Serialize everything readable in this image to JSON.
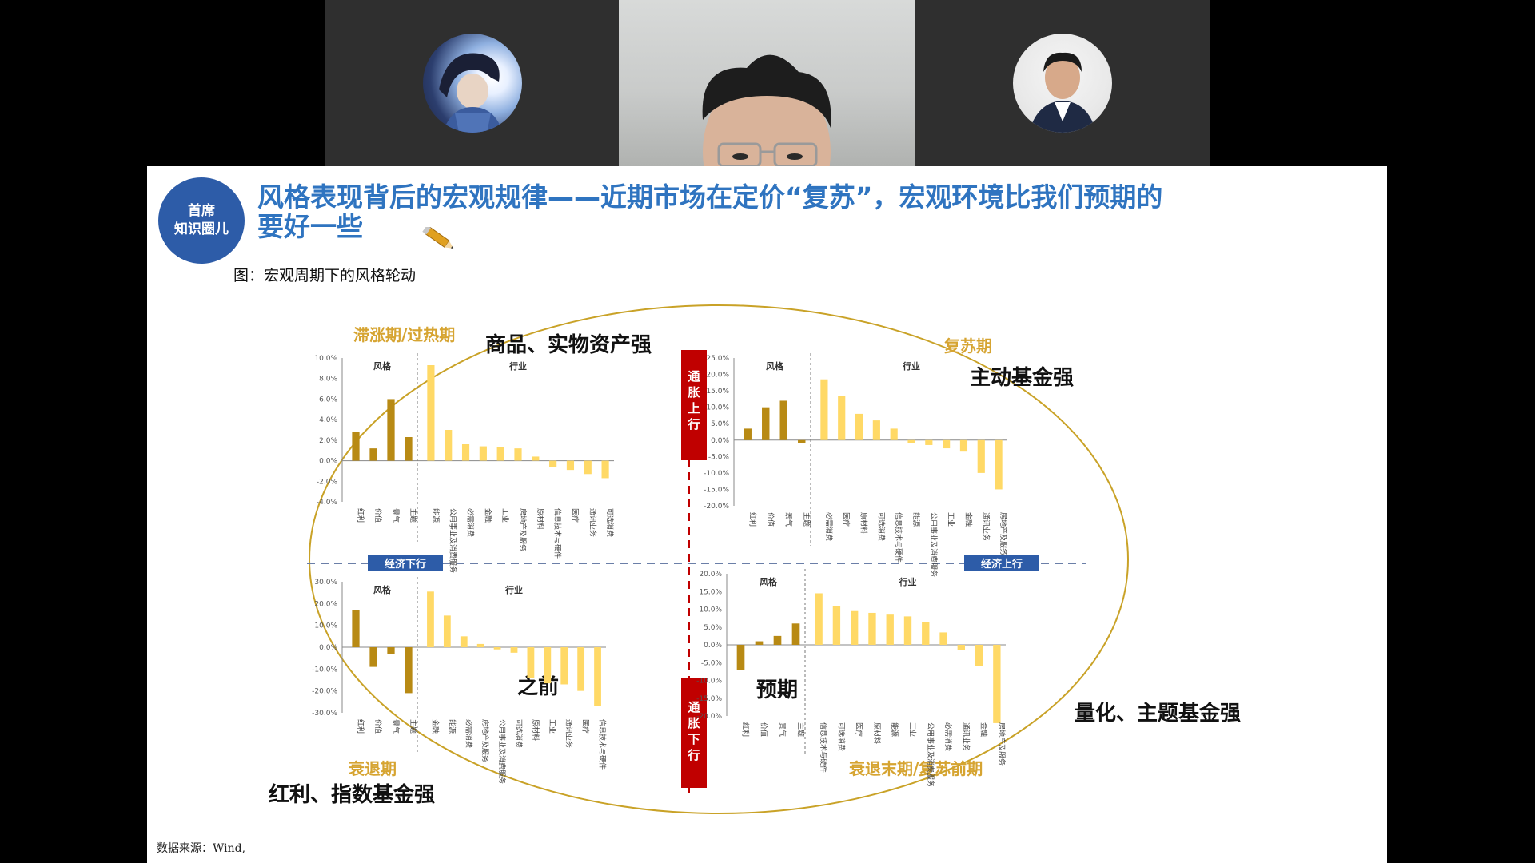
{
  "slide": {
    "logo": {
      "line1": "首席",
      "line2": "知识圈儿"
    },
    "title_line1": "风格表现背后的宏观规律——近期市场在定价“复苏”，宏观环境比我们预期的",
    "title_line2": "要好一些",
    "figure_caption": "图：宏观周期下的风格轮动",
    "source": "数据来源：Wind,"
  },
  "diagram": {
    "labels": {
      "top_left_phase": "滞涨期/过热期",
      "top_left_strong": "商品、实物资产强",
      "top_right_phase": "复苏期",
      "top_right_strong": "主动基金强",
      "bottom_left_phase": "衰退期",
      "bottom_left_strong": "红利、指数基金强",
      "bottom_left_note": "之前",
      "bottom_right_phase": "衰退末期/复苏前期",
      "bottom_right_strong": "量化、主题基金强",
      "bottom_right_note": "预期",
      "econ_down": "经济下行",
      "econ_up": "经济上行",
      "inflation_up": "通胀上行",
      "inflation_down": "通胀下行",
      "style_head": "风格",
      "industry_head": "行业"
    },
    "colors": {
      "style_bar": "#b88a14",
      "industry_bar": "#ffd966",
      "ellipse": "#c9a227",
      "axis_red": "#c00000",
      "badge_blue": "#2d5ca8"
    }
  },
  "chart_data": [
    {
      "type": "bar",
      "title": "",
      "ylim": [
        -4,
        10
      ],
      "yticks": [
        "10.0%",
        "8.0%",
        "6.0%",
        "4.0%",
        "2.0%",
        "0.0%",
        "-2.0%",
        "-4.0%"
      ],
      "style_categories": [
        "红利",
        "价值",
        "景气",
        "主题"
      ],
      "style_values": [
        2.8,
        1.2,
        6.0,
        2.3
      ],
      "industry_categories": [
        "能源",
        "公用事业及消费服务",
        "必需消费",
        "金融",
        "工业",
        "房地产及服务",
        "原材料",
        "信息技术与硬件",
        "医疗",
        "通讯业务",
        "可选消费"
      ],
      "industry_values": [
        9.3,
        3.0,
        1.6,
        1.4,
        1.3,
        1.2,
        0.4,
        -0.6,
        -0.9,
        -1.3,
        -1.7
      ]
    },
    {
      "type": "bar",
      "title": "",
      "ylim": [
        -20,
        25
      ],
      "yticks": [
        "25.0%",
        "20.0%",
        "15.0%",
        "10.0%",
        "5.0%",
        "0.0%",
        "-5.0%",
        "-10.0%",
        "-15.0%",
        "-20.0%"
      ],
      "style_categories": [
        "红利",
        "价值",
        "景气",
        "主题"
      ],
      "style_values": [
        3.5,
        10.0,
        12.0,
        -0.8
      ],
      "industry_categories": [
        "必需消费",
        "医疗",
        "原材料",
        "可选消费",
        "信息技术与硬件",
        "能源",
        "公用事业及消费服务",
        "工业",
        "金融",
        "通讯业务",
        "房地产及服务"
      ],
      "industry_values": [
        18.5,
        13.5,
        8.0,
        6.0,
        3.5,
        -1.0,
        -1.5,
        -2.5,
        -3.5,
        -10.0,
        -15.0
      ]
    },
    {
      "type": "bar",
      "title": "",
      "ylim": [
        -30,
        30
      ],
      "yticks": [
        "30.0%",
        "20.0%",
        "10.0%",
        "0.0%",
        "-10.0%",
        "-20.0%",
        "-30.0%"
      ],
      "style_categories": [
        "红利",
        "价值",
        "景气",
        "主题"
      ],
      "style_values": [
        17.0,
        -9.0,
        -3.0,
        -21.0
      ],
      "industry_categories": [
        "金融",
        "能源",
        "必需消费",
        "房地产及服务",
        "公用事业及消费服务",
        "可选消费",
        "原材料",
        "工业",
        "通讯业务",
        "医疗",
        "信息技术与硬件"
      ],
      "industry_values": [
        25.5,
        14.5,
        5.0,
        1.5,
        -1.0,
        -2.5,
        -14.0,
        -16.5,
        -17.0,
        -20.0,
        -27.0
      ]
    },
    {
      "type": "bar",
      "title": "",
      "ylim": [
        -20,
        20
      ],
      "yticks": [
        "20.0%",
        "15.0%",
        "10.0%",
        "5.0%",
        "0.0%",
        "-5.0%",
        "-10.0%",
        "-15.0%",
        "-20.0%"
      ],
      "style_categories": [
        "红利",
        "价值",
        "景气",
        "主题"
      ],
      "style_values": [
        -7.0,
        1.0,
        2.5,
        6.0
      ],
      "industry_categories": [
        "信息技术与硬件",
        "可选消费",
        "医疗",
        "原材料",
        "能源",
        "工业",
        "公用事业及消费服务",
        "必需消费",
        "通讯业务",
        "金融",
        "房地产及服务"
      ],
      "industry_values": [
        14.5,
        11.0,
        9.5,
        9.0,
        8.5,
        8.0,
        6.5,
        3.5,
        -1.5,
        -6.0,
        -22.0
      ]
    }
  ]
}
